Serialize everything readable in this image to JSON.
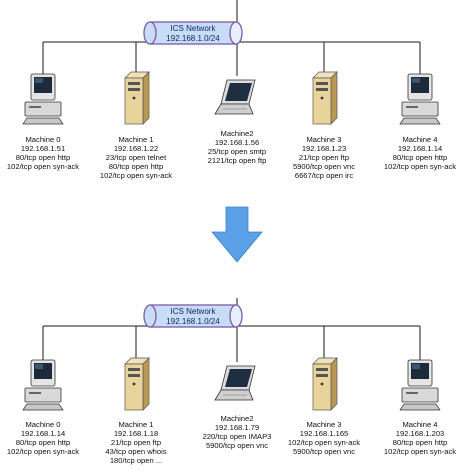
{
  "networks": [
    {
      "name": "ICS Network",
      "subnet": "192.168.1.0/24",
      "machines": [
        {
          "name": "Machine 0",
          "ip": "192.168.1.51",
          "type": "desktop",
          "services": [
            "80/tcp open http",
            "102/tcp open syn-ack"
          ]
        },
        {
          "name": "Machine 1",
          "ip": "192.168.1.22",
          "type": "server",
          "services": [
            "23/tcp open telnet",
            "80/tcp open http",
            "102/tcp open syn-ack"
          ]
        },
        {
          "name": "Machine2",
          "ip": "192.168.1.56",
          "type": "laptop",
          "services": [
            "25/tcp open smtp",
            "2121/tcp open ftp"
          ]
        },
        {
          "name": "Machine 3",
          "ip": "192.168.1.23",
          "type": "server",
          "services": [
            "21/tcp open ftp",
            "5900/tcp open vnc",
            "6667/tcp open irc"
          ]
        },
        {
          "name": "Machine 4",
          "ip": "192.168.1.14",
          "type": "desktop",
          "services": [
            "80/tcp open http",
            "102/tcp open syn-ack"
          ]
        }
      ]
    },
    {
      "name": "ICS Network",
      "subnet": "192.168.1.0/24",
      "machines": [
        {
          "name": "Machine 0",
          "ip": "192.168.1.14",
          "type": "desktop",
          "services": [
            "80/tcp open http",
            "102/tcp open syn-ack"
          ]
        },
        {
          "name": "Machine 1",
          "ip": "192.168.1.18",
          "type": "server",
          "services": [
            "21/tcp open ftp",
            "43/tcp open whois",
            "180/tcp open ..."
          ]
        },
        {
          "name": "Machine2",
          "ip": "192.168.1.79",
          "type": "laptop",
          "services": [
            "220/tcp open IMAP3",
            "5900/tcp open vnc"
          ]
        },
        {
          "name": "Machine 3",
          "ip": "192.168.1.165",
          "type": "server",
          "services": [
            "102/tcp open syn-ack",
            "5900/tcp open vnc"
          ]
        },
        {
          "name": "Machine 4",
          "ip": "192.168.1.203",
          "type": "desktop",
          "services": [
            "80/tcp open http",
            "102/tcp open syn-ack"
          ]
        }
      ]
    }
  ],
  "colors": {
    "hub_fill": "#c9dcf5",
    "hub_stroke": "#7d5aa6",
    "arrow": "#5aa0e6",
    "wire": "#1a1a1a",
    "hub_text": "#0b2a6b"
  }
}
